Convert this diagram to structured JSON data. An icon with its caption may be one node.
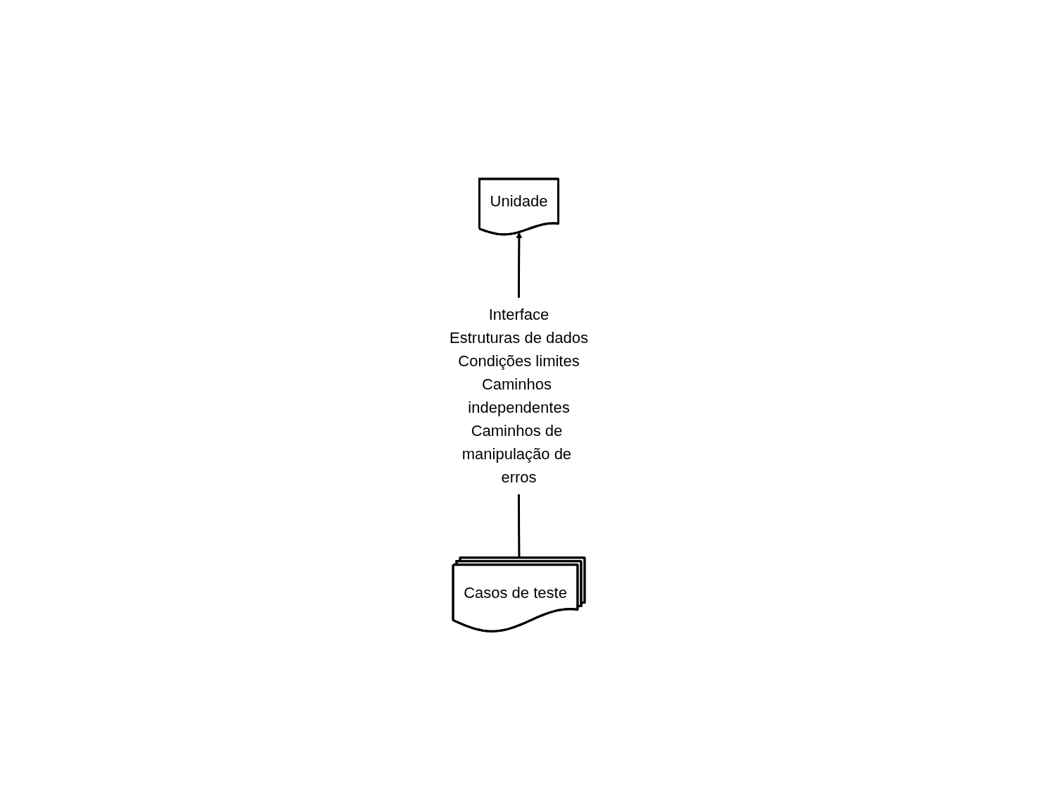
{
  "diagram": {
    "nodes": [
      {
        "text": [
          "Unidade"
        ]
      },
      {
        "text": [
          "Interface",
          "Estruturas de dados",
          "Condições limites",
          "Caminhos independentes",
          "Caminhos de manipulação de erros"
        ]
      },
      {
        "text": [
          "Casos de teste"
        ]
      }
    ],
    "edges": [
      {
        "from": 1,
        "to": 0,
        "arrow": "to"
      },
      {
        "from": 2,
        "to": 1,
        "arrow": "none"
      }
    ]
  }
}
